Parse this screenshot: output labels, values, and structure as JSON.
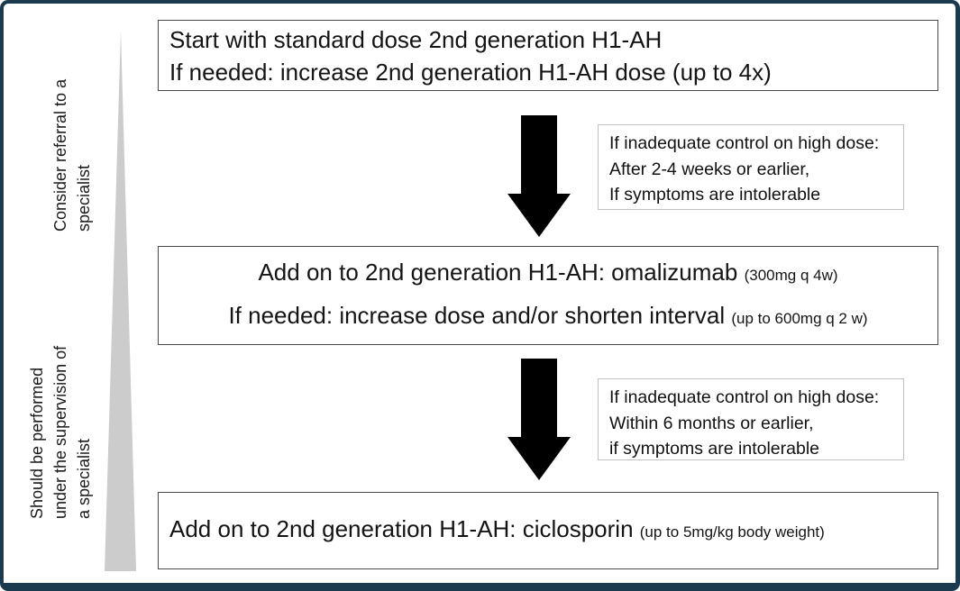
{
  "left_rail": {
    "label_top": "Consider referral to a\nspecialist",
    "label_bottom": "Should be performed\nunder the supervision of\na specialist"
  },
  "boxes": {
    "step1": {
      "line1": "Start with standard dose 2nd generation H1-AH",
      "line2": "If needed: increase 2nd generation H1-AH dose (up to 4x)"
    },
    "step2": {
      "line1_main": "Add on to 2nd generation H1-AH: omalizumab",
      "line1_note": "(300mg q 4w)",
      "line2_main": "If needed: increase dose and/or shorten interval",
      "line2_note": "(up to 600mg q 2 w)"
    },
    "step3": {
      "main": "Add on to 2nd generation H1-AH: ciclosporin",
      "note": "(up to 5mg/kg body weight)"
    }
  },
  "notes": {
    "note1": {
      "line1": "If inadequate control on high dose:",
      "line2": "After 2-4 weeks or earlier,",
      "line3": "If symptoms are intolerable"
    },
    "note2": {
      "line1": "If inadequate control on high dose:",
      "line2": "Within 6 months or earlier,",
      "line3": "if symptoms are intolerable"
    }
  },
  "icons": {
    "arrow1": "down-arrow-icon",
    "arrow2": "down-arrow-icon",
    "wedge": "specialist-gradient-wedge"
  },
  "colors": {
    "frame_border": "#1b3a4e",
    "box_border": "#4a4a4a",
    "note_border": "#c2c2c2",
    "arrow_fill": "#000000",
    "wedge_fill": "#cccccc",
    "background": "#ffffff"
  }
}
